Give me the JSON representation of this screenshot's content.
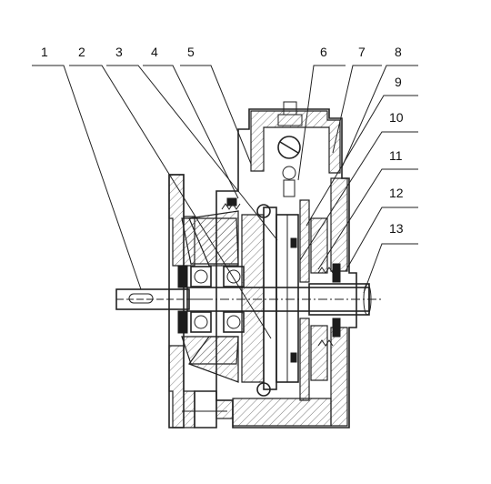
{
  "diagram": {
    "callouts": [
      {
        "id": "1",
        "label": "1"
      },
      {
        "id": "2",
        "label": "2"
      },
      {
        "id": "3",
        "label": "3"
      },
      {
        "id": "4",
        "label": "4"
      },
      {
        "id": "5",
        "label": "5"
      },
      {
        "id": "6",
        "label": "6"
      },
      {
        "id": "7",
        "label": "7"
      },
      {
        "id": "8",
        "label": "8"
      },
      {
        "id": "9",
        "label": "9"
      },
      {
        "id": "10",
        "label": "10"
      },
      {
        "id": "11",
        "label": "11"
      },
      {
        "id": "12",
        "label": "12"
      },
      {
        "id": "13",
        "label": "13"
      }
    ],
    "colors": {
      "line": "#222222",
      "background": "#ffffff",
      "solid": "#1c1c1c"
    }
  }
}
